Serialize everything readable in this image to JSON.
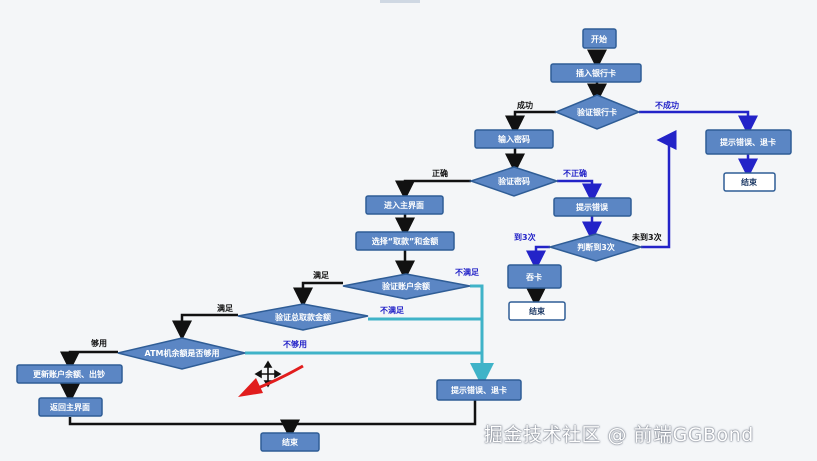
{
  "colors": {
    "node_fill": "#5b86c4",
    "node_stroke": "#2f5d96",
    "terminal_fill": "#ffffff",
    "flow_black": "#111111",
    "flow_blue": "#2323c8",
    "flow_teal": "#3fb3c8",
    "cursor_arrow": "#e11d1d"
  },
  "nodes": {
    "start": "开始",
    "insert_card": "插入银行卡",
    "verify_card": "验证银行卡",
    "enter_pwd": "输入密码",
    "card_error": "提示错误、退卡",
    "end_card": "结束",
    "verify_pwd": "验证密码",
    "pwd_error": "提示错误",
    "main_menu": "进入主界面",
    "choose": "选择“取款”和金额",
    "judge3": "判断到3次",
    "swallow": "吞卡",
    "end_swallow": "结束",
    "verify_balance": "验证账户余额",
    "verify_total": "验证总取款金额",
    "atm_check": "ATM机余额是否够用",
    "update": "更新账户余额、出钞",
    "back_main": "返回主界面",
    "error_eject": "提示错误、退卡",
    "end_final": "结束"
  },
  "edges": {
    "success": "成功",
    "fail": "不成功",
    "correct": "正确",
    "incorrect": "不正确",
    "reach3": "到3次",
    "not3": "未到3次",
    "satisfy1": "满足",
    "not_satisfy1": "不满足",
    "satisfy2": "满足",
    "not_satisfy2": "不满足",
    "enough": "够用",
    "not_enough": "不够用"
  },
  "watermark": "掘金技术社区 @ 前端GGBond"
}
